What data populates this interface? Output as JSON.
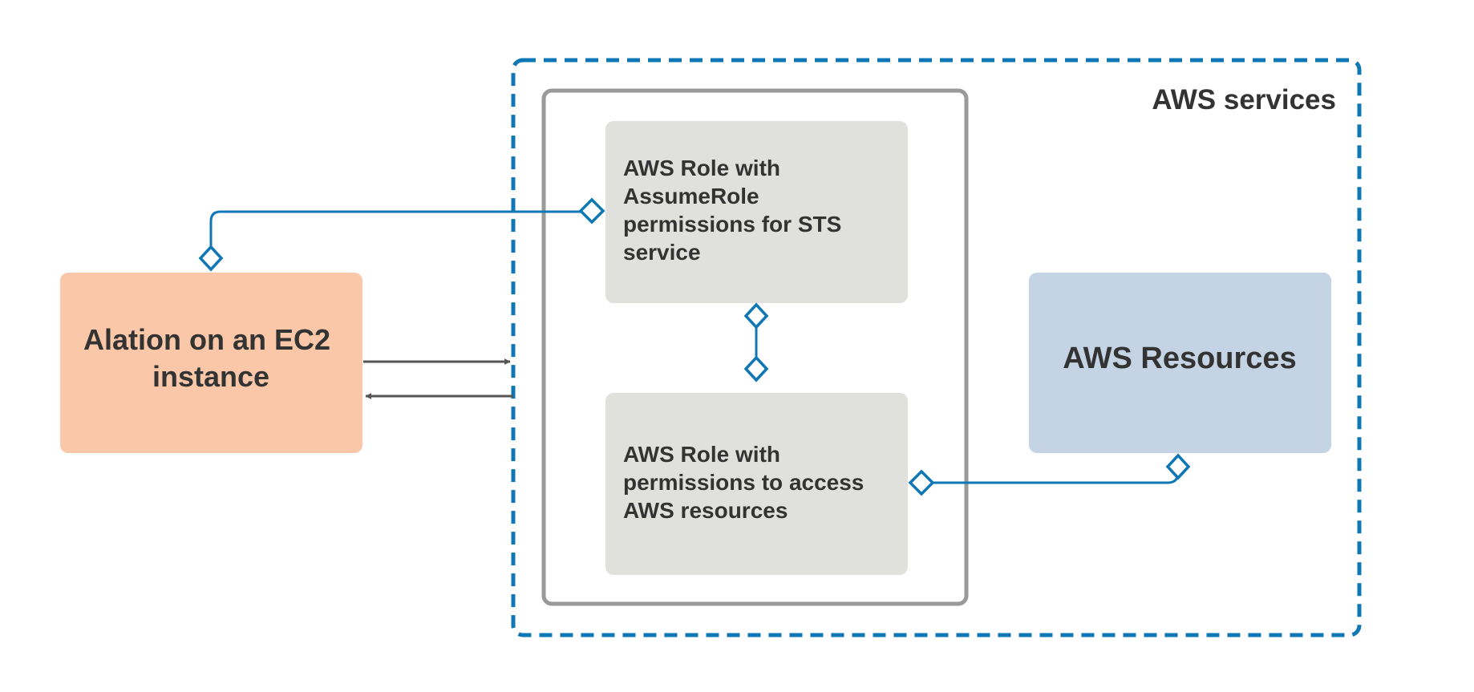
{
  "diagram": {
    "colors": {
      "ec2_fill": "#fac8a8",
      "role_fill": "#e0e0dd",
      "resources_fill": "#c4d4e4",
      "aws_border": "#0f77b6",
      "inner_border": "#9a9a9a",
      "arrow": "#555555",
      "text": "#333333"
    },
    "aws_services": {
      "label": "AWS services"
    },
    "ec2_node": {
      "lines": [
        "Alation on an EC2",
        "instance"
      ]
    },
    "sts_role_node": {
      "lines": [
        "AWS Role with",
        "AssumeRole",
        "permissions for STS",
        "service"
      ]
    },
    "access_role_node": {
      "lines": [
        "AWS Role with",
        "permissions to access",
        "AWS resources"
      ]
    },
    "resources_node": {
      "label": "AWS Resources"
    }
  }
}
